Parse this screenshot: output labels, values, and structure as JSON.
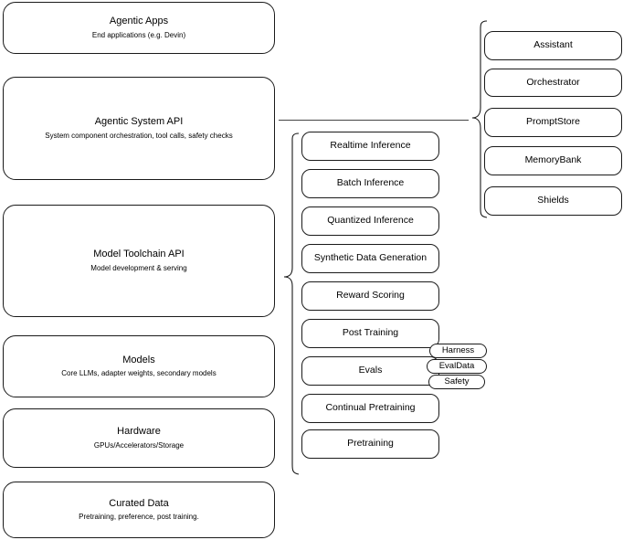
{
  "diagram": {
    "type": "layered-architecture-stack",
    "layers": [
      {
        "id": "agentic-apps",
        "title": "Agentic Apps",
        "subtitle": "End applications (e.g. Devin)"
      },
      {
        "id": "agentic-system-api",
        "title": "Agentic System API",
        "subtitle": "System component orchestration, tool calls, safety checks"
      },
      {
        "id": "model-toolchain-api",
        "title": "Model Toolchain API",
        "subtitle": "Model development & serving"
      },
      {
        "id": "models",
        "title": "Models",
        "subtitle": "Core LLMs, adapter weights, secondary models"
      },
      {
        "id": "hardware",
        "title": "Hardware",
        "subtitle": "GPUs/Accelerators/Storage"
      },
      {
        "id": "curated-data",
        "title": "Curated Data",
        "subtitle": "Pretraining, preference, post training."
      }
    ],
    "toolchain_capabilities": [
      {
        "id": "realtime-inference",
        "label": "Realtime Inference"
      },
      {
        "id": "batch-inference",
        "label": "Batch Inference"
      },
      {
        "id": "quantized-inference",
        "label": "Quantized Inference"
      },
      {
        "id": "synthetic-data-generation",
        "label": "Synthetic Data Generation"
      },
      {
        "id": "reward-scoring",
        "label": "Reward Scoring"
      },
      {
        "id": "post-training",
        "label": "Post Training"
      },
      {
        "id": "evals",
        "label": "Evals"
      },
      {
        "id": "continual-pretraining",
        "label": "Continual Pretraining"
      },
      {
        "id": "pretraining",
        "label": "Pretraining"
      }
    ],
    "eval_subcomponents": [
      {
        "id": "harness",
        "label": "Harness"
      },
      {
        "id": "evaldata",
        "label": "EvalData"
      },
      {
        "id": "safety",
        "label": "Safety"
      }
    ],
    "system_components": [
      {
        "id": "assistant",
        "label": "Assistant"
      },
      {
        "id": "orchestrator",
        "label": "Orchestrator"
      },
      {
        "id": "promptstore",
        "label": "PromptStore"
      },
      {
        "id": "memorybank",
        "label": "MemoryBank"
      },
      {
        "id": "shields",
        "label": "Shields"
      }
    ],
    "colors": {
      "stroke": "#1a1a1a",
      "connector": "#444444",
      "background": "#ffffff",
      "text": "#000000"
    }
  }
}
